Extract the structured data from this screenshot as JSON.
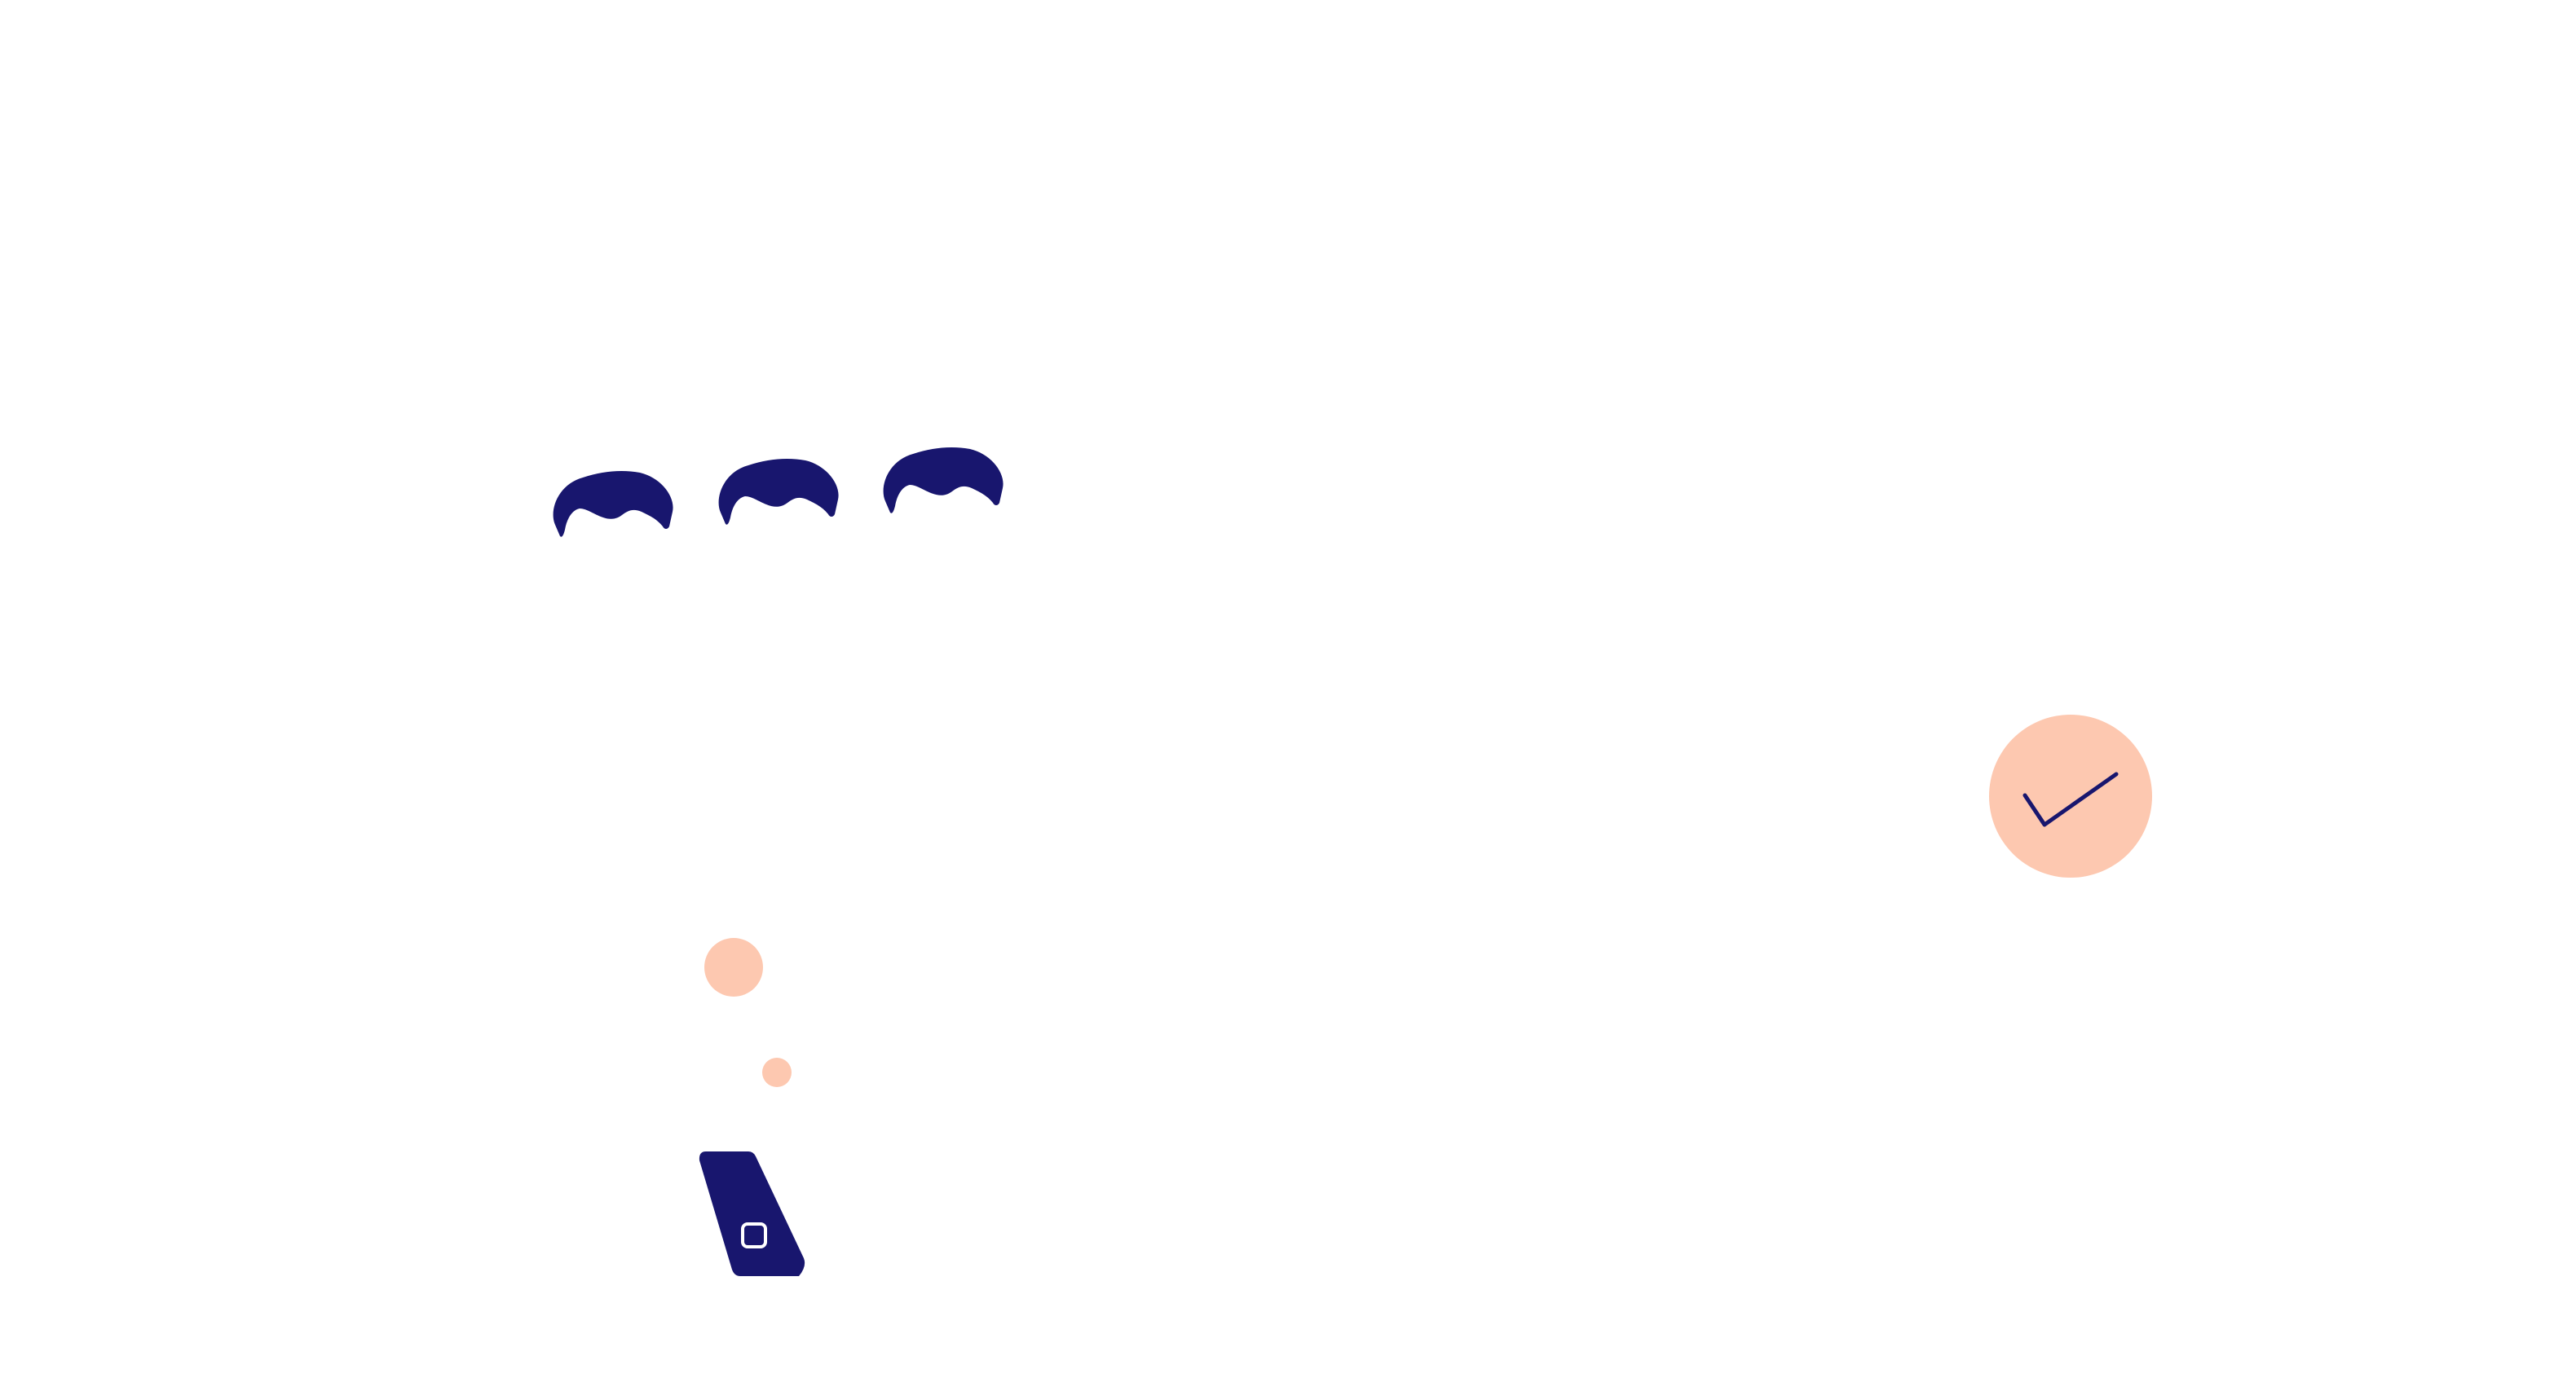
{
  "scene": {
    "colors": {
      "background": "#ffffff",
      "navy": "#18166e",
      "peach": "#fdc8b0"
    },
    "elements": [
      {
        "name": "hair-icon-left",
        "icon": "hair-icon"
      },
      {
        "name": "hair-icon-middle",
        "icon": "hair-icon"
      },
      {
        "name": "hair-icon-right",
        "icon": "hair-icon"
      },
      {
        "name": "checkmark-badge",
        "icon": "check-icon"
      },
      {
        "name": "peach-dot-large",
        "icon": "circle-dot-icon"
      },
      {
        "name": "peach-dot-small",
        "icon": "circle-dot-icon"
      },
      {
        "name": "phone-tilted",
        "icon": "phone-icon"
      }
    ]
  }
}
